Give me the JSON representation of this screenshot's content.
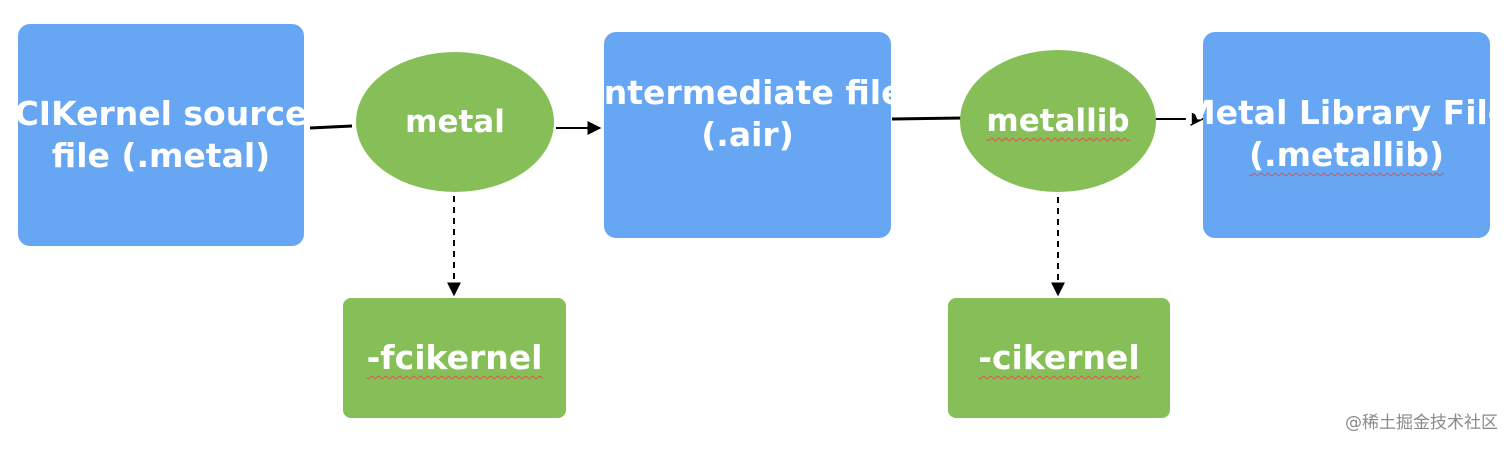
{
  "nodes": {
    "source": {
      "line1": "CIKernel source",
      "line2": "file (.metal)"
    },
    "metal": {
      "label": "metal"
    },
    "intermediate": {
      "line1": "Intermediate file",
      "line2": "(.air)"
    },
    "metallib": {
      "label": "metallib"
    },
    "library": {
      "line1": "Metal Library File",
      "line2": "(.metallib)"
    },
    "fcikernel": {
      "label": "-fcikernel"
    },
    "cikernel": {
      "label": "-cikernel"
    }
  },
  "watermark": "@稀土掘金技术社区",
  "colors": {
    "box_blue": "#66a6f2",
    "box_green": "#86bf57",
    "text": "#ffffff",
    "arrow": "#000000",
    "watermark": "#8a8a8a"
  }
}
